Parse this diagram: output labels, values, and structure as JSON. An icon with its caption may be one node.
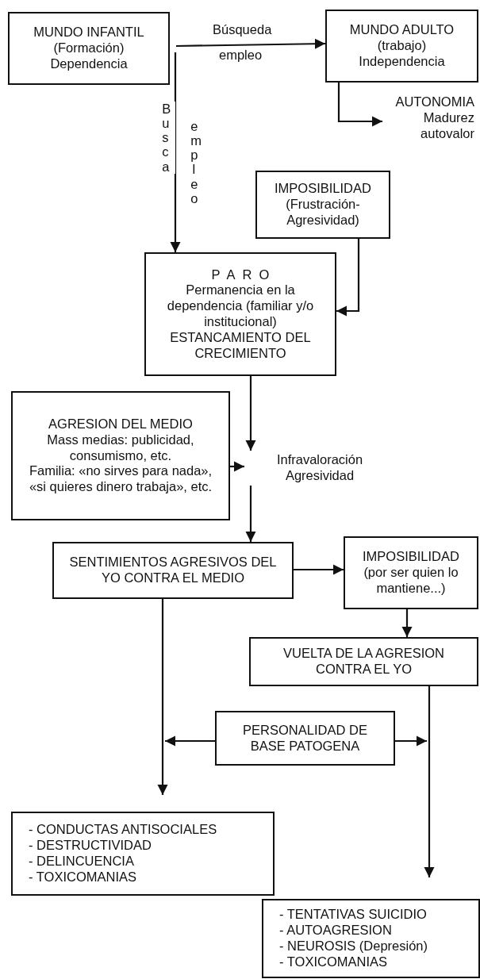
{
  "diagram": {
    "nodes": [
      {
        "text": [
          "MUNDO INFANTIL (Formación) Dependencia"
        ]
      },
      {
        "text": [
          "MUNDO ADULTO (trabajo) Independencia"
        ]
      },
      {
        "text": [
          "AUTONOMIA Madurez autovalor"
        ]
      },
      {
        "text": [
          "IMPOSIBILIDAD (Frustración-Agresividad)"
        ]
      },
      {
        "text": [
          "PARO",
          "Permanencia en la dependencia (familiar y/o institucional)",
          "ESTANCAMIENTO DEL CRECIMIENTO"
        ]
      },
      {
        "text": [
          "AGRESION DEL MEDIO",
          "Mass medias: publicidad, consumismo, etc.",
          "Familia: «no sirves para nada», «si quieres dinero trabaja», etc."
        ]
      },
      {
        "text": [
          "Infravaloración Agresividad"
        ]
      },
      {
        "text": [
          "SENTIMIENTOS AGRESIVOS DEL YO CONTRA EL MEDIO"
        ]
      },
      {
        "text": [
          "IMPOSIBILIDAD (por ser quien lo mantiene...)"
        ]
      },
      {
        "text": [
          "VUELTA DE LA AGRESION CONTRA EL YO"
        ]
      },
      {
        "text": [
          "PERSONALIDAD DE BASE PATOGENA"
        ]
      },
      {
        "text": [
          "- CONDUCTAS ANTISOCIALES",
          "- DESTRUCTIVIDAD",
          "- DELINCUENCIA",
          "- TOXICOMANIAS"
        ]
      },
      {
        "text": [
          "- TENTATIVAS SUICIDIO",
          "- AUTOAGRESION",
          "- NEUROSIS (Depresión)",
          "- TOXICOMANIAS"
        ]
      }
    ],
    "edges": [
      {
        "from": 0,
        "to": 1,
        "arrow": "to",
        "label": "Búsqueda empleo"
      },
      {
        "from": 0,
        "to": 4,
        "arrow": "to",
        "label": "Busca empleo"
      },
      {
        "from": 1,
        "to": 2,
        "arrow": "to"
      },
      {
        "from": 3,
        "to": 4,
        "arrow": "to"
      },
      {
        "from": 4,
        "to": 6,
        "arrow": "to"
      },
      {
        "from": 5,
        "to": 6,
        "arrow": "to"
      },
      {
        "from": 6,
        "to": 7,
        "arrow": "to"
      },
      {
        "from": 7,
        "to": 8,
        "arrow": "to"
      },
      {
        "from": 8,
        "to": 9,
        "arrow": "to"
      },
      {
        "from": 7,
        "to": 11,
        "arrow": "to"
      },
      {
        "from": 9,
        "to": 12,
        "arrow": "to"
      },
      {
        "from": 10,
        "to": null,
        "arrow": "to"
      },
      {
        "from": 10,
        "to": null,
        "arrow": "to"
      }
    ]
  }
}
